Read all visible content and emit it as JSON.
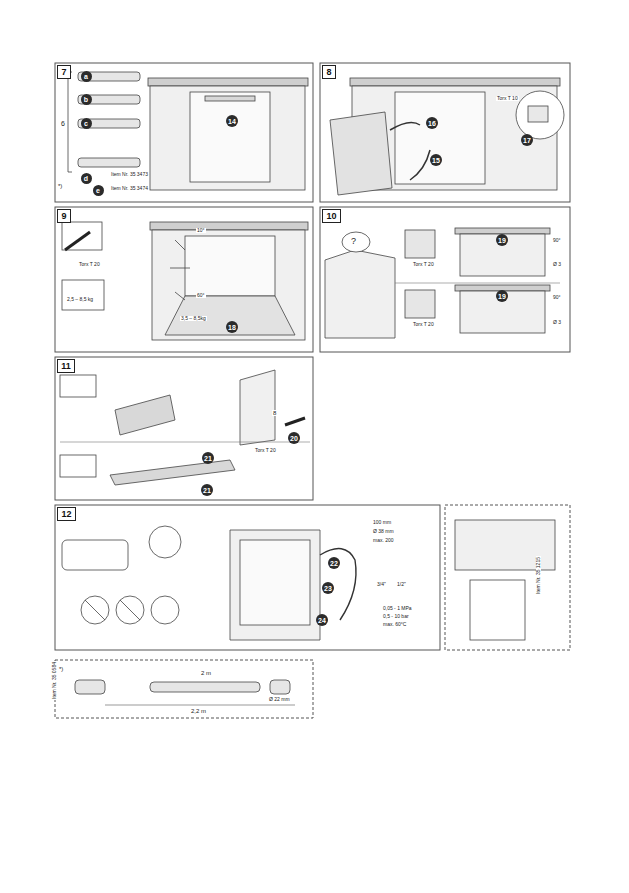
{
  "diagram": {
    "nodes": [
      {
        "text": [
          "7"
        ]
      },
      {
        "text": [
          "8"
        ]
      },
      {
        "text": [
          "9"
        ]
      },
      {
        "text": [
          "10"
        ]
      },
      {
        "text": [
          "11"
        ]
      },
      {
        "text": [
          "12"
        ]
      },
      {
        "text": [
          "a"
        ]
      },
      {
        "text": [
          "b"
        ]
      },
      {
        "text": [
          "c"
        ]
      },
      {
        "text": [
          "d"
        ]
      },
      {
        "text": [
          "e"
        ]
      },
      {
        "text": [
          "14"
        ]
      },
      {
        "text": [
          "15"
        ]
      },
      {
        "text": [
          "16"
        ]
      },
      {
        "text": [
          "17"
        ]
      },
      {
        "text": [
          "18"
        ]
      },
      {
        "text": [
          "19"
        ]
      },
      {
        "text": [
          "19"
        ]
      },
      {
        "text": [
          "20"
        ]
      },
      {
        "text": [
          "21"
        ]
      },
      {
        "text": [
          "21"
        ]
      },
      {
        "text": [
          "22"
        ]
      },
      {
        "text": [
          "23"
        ]
      },
      {
        "text": [
          "24"
        ]
      }
    ],
    "labels": [
      "6",
      "*)",
      "Item Nr. 35 3473",
      "Item Nr. 35 3474",
      "Torx T 10",
      "Torx T 20",
      "10°",
      "60°",
      "2,5 – 8,5 kg",
      "3,5 – 8,5kg",
      "?",
      "Torx T 20",
      "Torx T 20",
      "90°",
      "Ø 3",
      "90°",
      "Ø 3",
      "Torx T 20",
      "8",
      "100 mm",
      "Ø 38 mm",
      "max. 200",
      "3/4\"",
      "1/2\"",
      "0,05 - 1 MPa",
      "0,5 - 10 bar",
      "max. 60°C",
      "Item Nr. 35 1215",
      "*)",
      "Item Nr. 35 0584",
      "2 m",
      "2,2 m",
      "Ø 22 mm"
    ]
  }
}
